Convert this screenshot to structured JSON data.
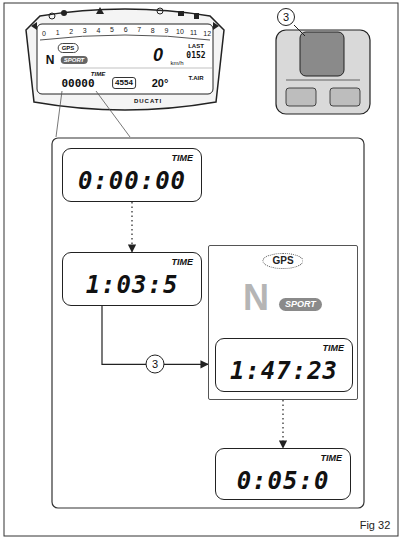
{
  "diagram": {
    "nodes": [
      {
        "text": [
          "TIME",
          "0:00:00"
        ]
      },
      {
        "text": [
          "TIME",
          "1:03:5"
        ]
      },
      {
        "text": [
          "GPS",
          "N",
          "SPORT"
        ]
      },
      {
        "text": [
          "TIME",
          "1:47:23"
        ],
        "in": 2
      },
      {
        "text": [
          "TIME",
          "0:05:0"
        ]
      }
    ],
    "edges": [
      {
        "from": 0,
        "to": 1,
        "arrow": "to"
      },
      {
        "from": 1,
        "to": 2,
        "label": "3",
        "arrow": "to"
      },
      {
        "from": 2,
        "to": 4,
        "arrow": "to"
      }
    ],
    "labels": [
      "3",
      "0",
      "1",
      "2",
      "3",
      "4",
      "5",
      "6",
      "7",
      "8",
      "9",
      "10",
      "11",
      "12",
      "GPS",
      "N",
      "SPORT",
      "0",
      "km/h",
      "LAST",
      "0152",
      "TIME",
      "00000",
      "4554",
      "20°",
      "T.AIR",
      "DUCATI",
      "Fig 32"
    ]
  }
}
